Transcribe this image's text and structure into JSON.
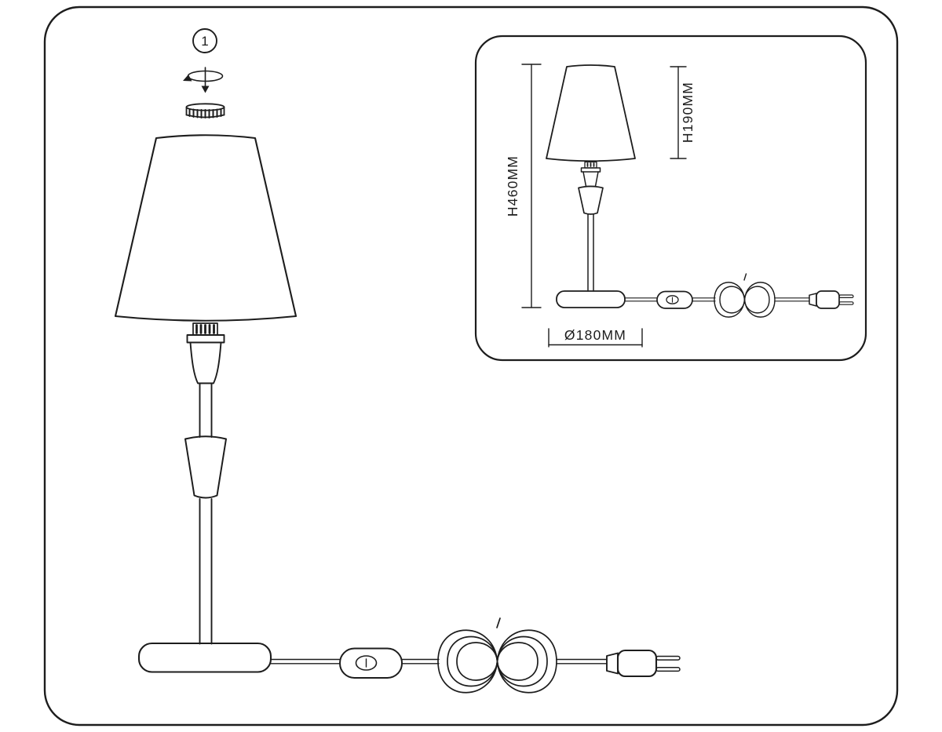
{
  "canvas": {
    "background": "#ffffff",
    "line_color": "#1d1d1d"
  },
  "main_diagram": {
    "step_label": "1"
  },
  "spec_inset": {
    "total_height_label": "H460MM",
    "shade_height_label": "H190MM",
    "base_diameter_label": "Ø180MM"
  }
}
